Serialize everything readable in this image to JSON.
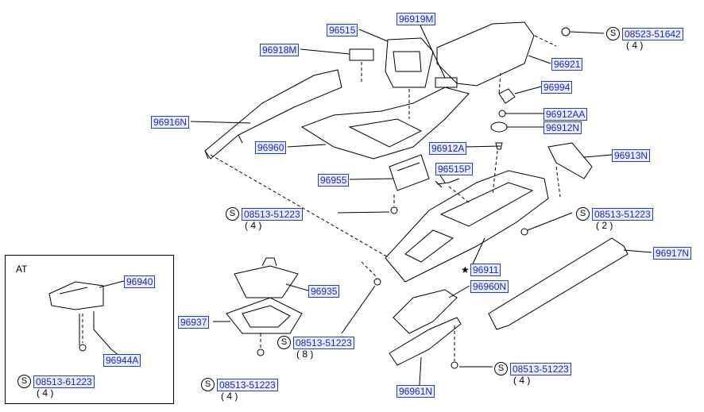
{
  "inset": {
    "label": "AT"
  },
  "star": "★",
  "s_symbol": "S",
  "parts": {
    "p96515": "96515",
    "p96919M": "96919M",
    "p96918M": "96918M",
    "p96921": "96921",
    "p96994": "96994",
    "p96912AA": "96912AA",
    "p96912N": "96912N",
    "p96916N": "96916N",
    "p96960": "96960",
    "p96912A": "96912A",
    "p96913N": "96913N",
    "p96515P": "96515P",
    "p96955": "96955",
    "p96911": "96911",
    "p96917N": "96917N",
    "p96935": "96935",
    "p96960N": "96960N",
    "p96937": "96937",
    "p96961N": "96961N",
    "p96940": "96940",
    "p96944A": "96944A"
  },
  "fasteners": [
    {
      "part": "08523-51642",
      "qty": "( 4 )"
    },
    {
      "part": "08513-51223",
      "qty": "( 4 )"
    },
    {
      "part": "08513-51223",
      "qty": "( 2 )"
    },
    {
      "part": "08513-51223",
      "qty": "( 8 )"
    },
    {
      "part": "08513-51223",
      "qty": "( 4 )"
    },
    {
      "part": "08513-51223",
      "qty": "( 4 )"
    },
    {
      "part": "08513-61223",
      "qty": "( 4 )"
    }
  ],
  "colors": {
    "label_text": "#1a2aa8",
    "label_bg": "#e8ecff",
    "line": "#000000"
  }
}
